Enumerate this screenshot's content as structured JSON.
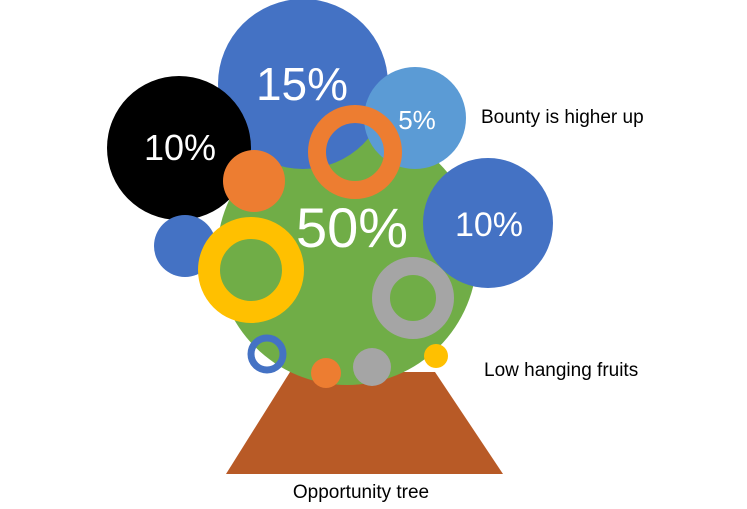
{
  "diagram": {
    "title": "Opportunity tree",
    "annotations": {
      "top": "Bounty is higher up",
      "bottom": "Low hanging fruits"
    },
    "values": {
      "center": "50%",
      "top": "15%",
      "left": "10%",
      "right": "10%",
      "small": "5%"
    }
  },
  "colors": {
    "crown": "#70AD47",
    "trunk": "#B85A26",
    "blue": "#4472C4",
    "light_blue": "#5B9BD5",
    "black": "#000000",
    "orange": "#ED7D31",
    "yellow": "#FFC000",
    "gray": "#A5A5A5",
    "label": "#000000"
  }
}
